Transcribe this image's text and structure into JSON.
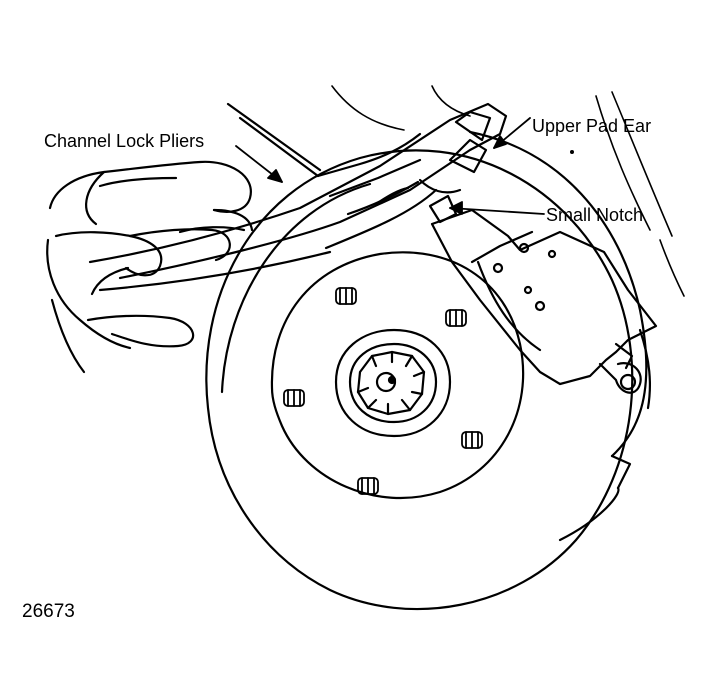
{
  "labels": {
    "channel_lock_pliers": "Channel Lock Pliers",
    "upper_pad_ear": "Upper Pad Ear",
    "small_notch": "Small Notch"
  },
  "figure_number": "26673",
  "icons": [
    "hand-icon",
    "pliers-icon",
    "brake-rotor-icon",
    "brake-caliper-icon",
    "lug-nut-icon"
  ]
}
